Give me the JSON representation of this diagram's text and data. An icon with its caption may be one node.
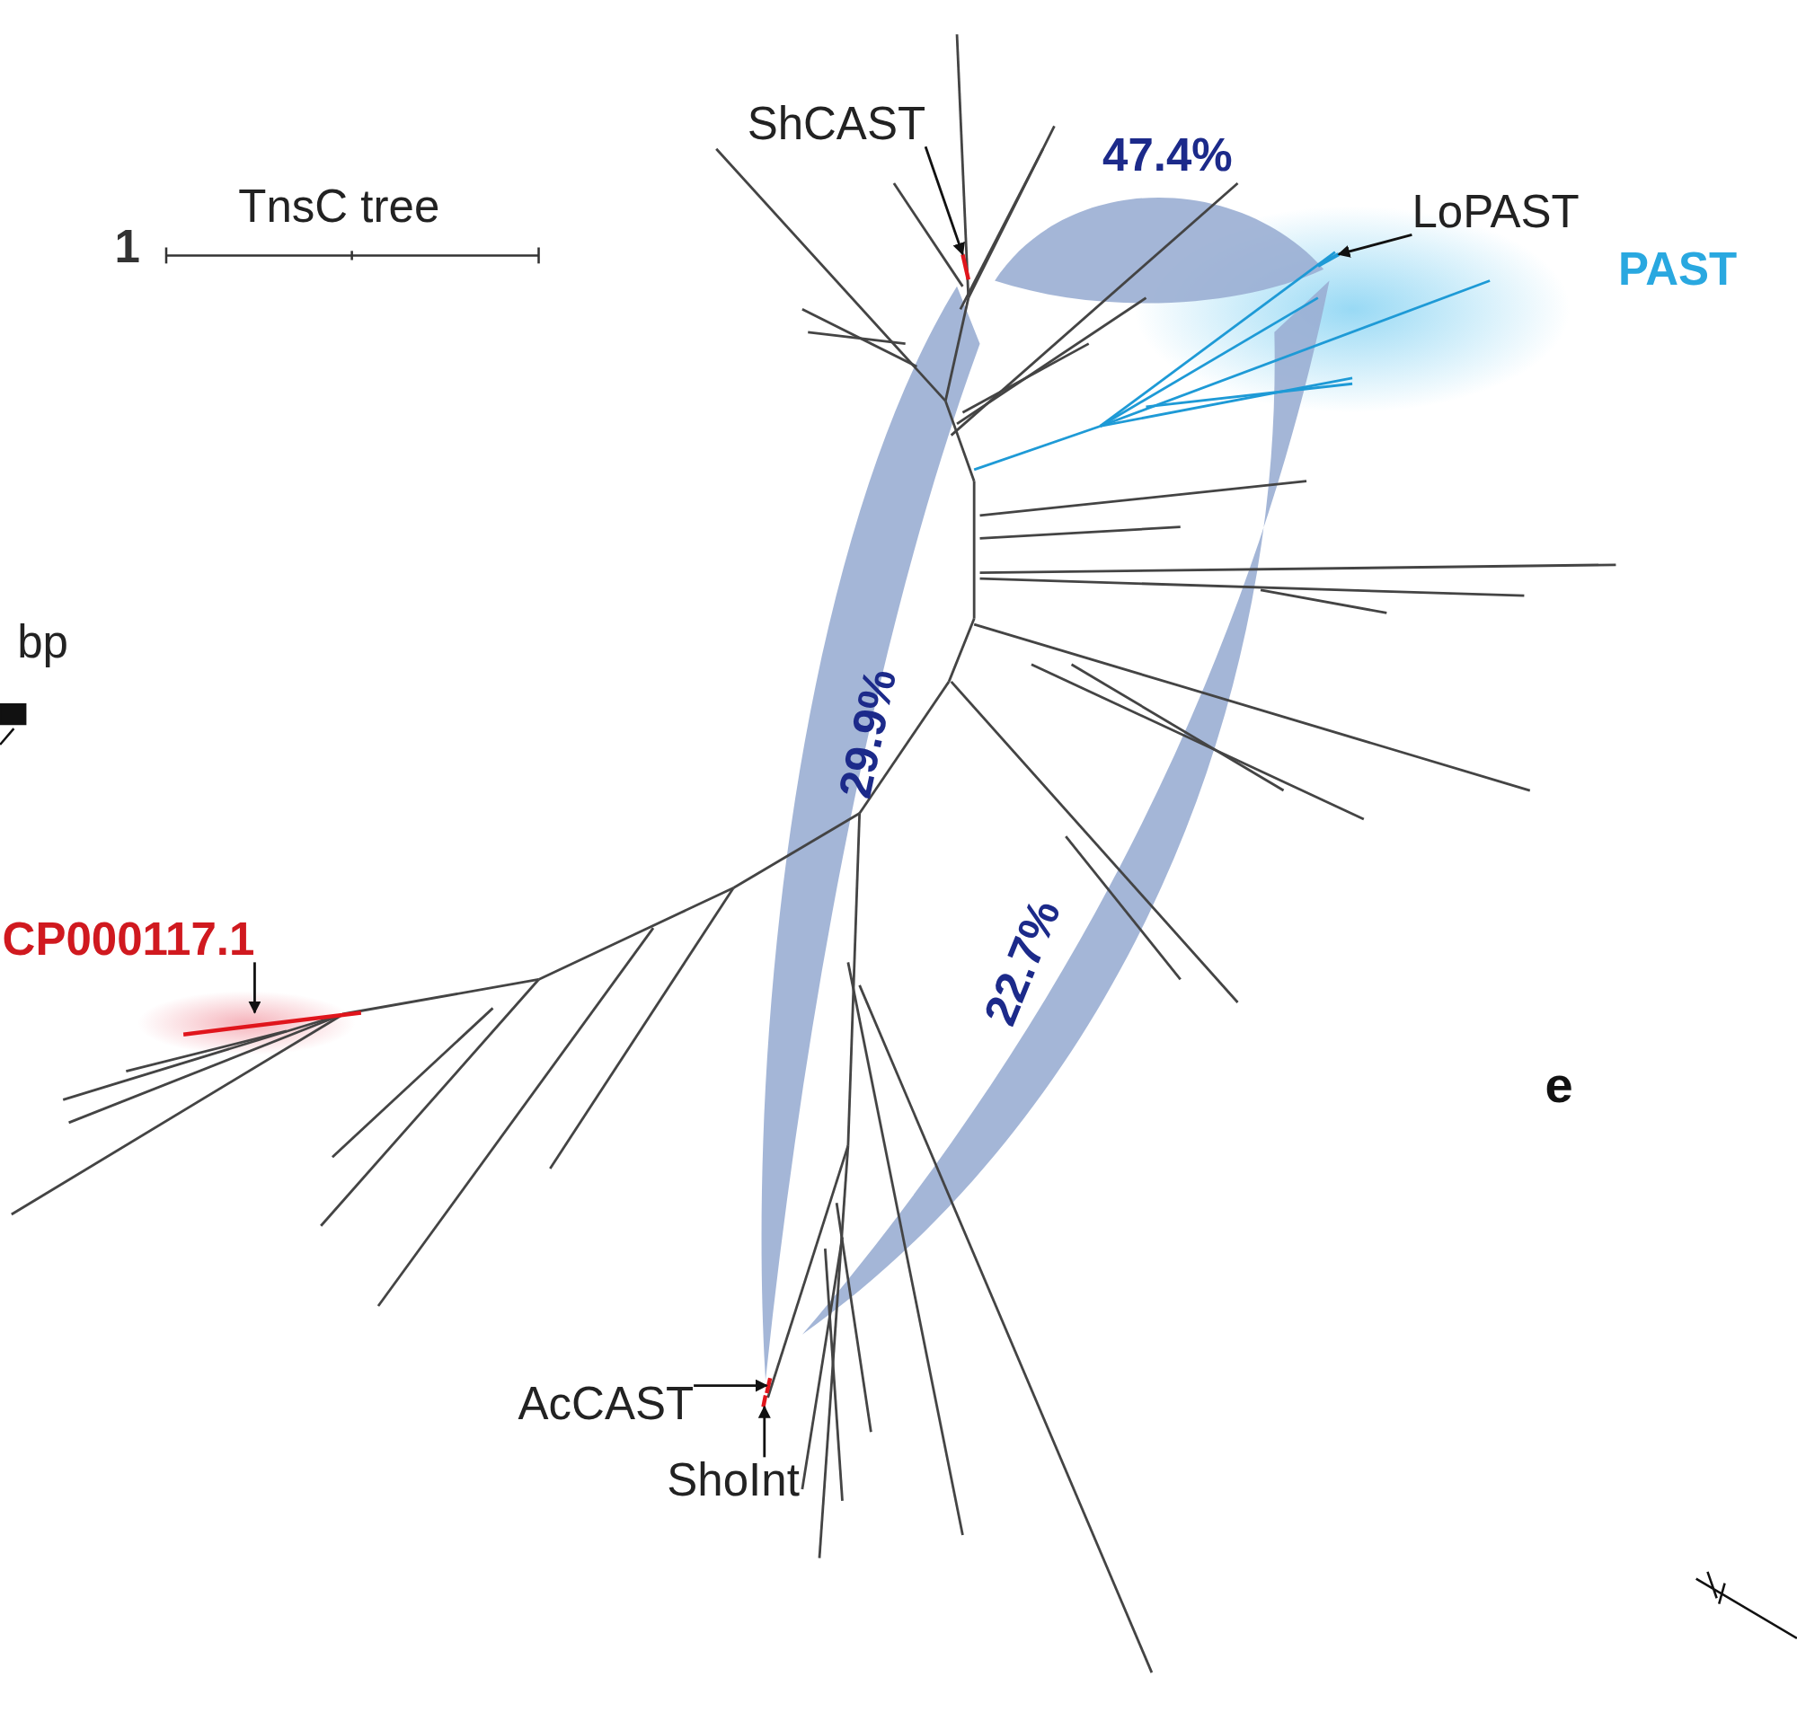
{
  "diagram": {
    "nodes": [
      {
        "text": [
          "ShCAST"
        ]
      },
      {
        "text": [
          "LoPAST"
        ]
      },
      {
        "text": [
          "CP000117.1"
        ]
      },
      {
        "text": [
          "AcCAST"
        ]
      },
      {
        "text": [
          "ShoInt"
        ]
      },
      {
        "text": [],
        "shape": "line"
      },
      {
        "text": [],
        "shape": "line"
      },
      {
        "text": [],
        "shape": "line"
      },
      {
        "text": [],
        "shape": "line"
      },
      {
        "text": [],
        "shape": "line"
      }
    ],
    "edges": [
      {
        "from": 0,
        "to": 5,
        "arrow": "to"
      },
      {
        "from": 1,
        "to": 6,
        "arrow": "to"
      },
      {
        "from": 2,
        "to": 7,
        "arrow": "to"
      },
      {
        "from": 3,
        "to": 8,
        "arrow": "to"
      },
      {
        "from": 4,
        "to": 9,
        "arrow": "to"
      }
    ],
    "labels": [
      "47.4%",
      "TnsC tree",
      "1",
      "PAST",
      "bp",
      "29.9%",
      "22.7%",
      "e"
    ]
  }
}
